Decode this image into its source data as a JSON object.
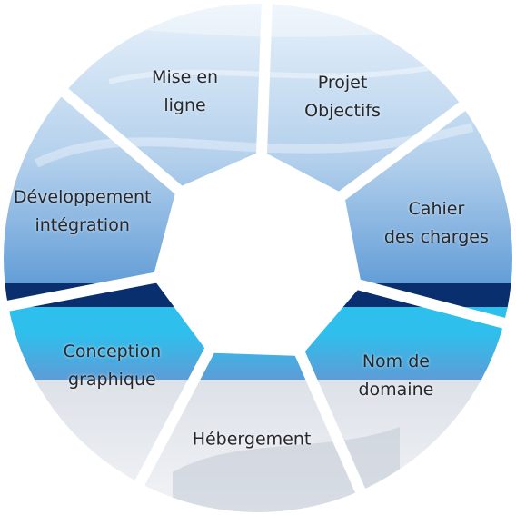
{
  "diagram": {
    "type": "cycle-ring",
    "segments": [
      {
        "id": "projet",
        "lines": [
          "Projet",
          "Objectifs"
        ]
      },
      {
        "id": "cahier",
        "lines": [
          "Cahier",
          "des charges"
        ]
      },
      {
        "id": "nom",
        "lines": [
          "Nom de",
          "domaine"
        ]
      },
      {
        "id": "hebergement",
        "lines": [
          "Hébergement"
        ]
      },
      {
        "id": "conception",
        "lines": [
          "Conception",
          "graphique"
        ]
      },
      {
        "id": "developpement",
        "lines": [
          "Développement",
          "intégration"
        ]
      },
      {
        "id": "mise",
        "lines": [
          "Mise en",
          "ligne"
        ]
      }
    ],
    "colors": {
      "sky_light": "#e9f2fb",
      "sky_mid": "#b3d0ec",
      "sky_deep": "#5f9bd6",
      "sea_dark": "#0a2f6e",
      "sea_bright": "#2ebfec",
      "sand": "#dde1e8",
      "text": "#26272b"
    }
  }
}
